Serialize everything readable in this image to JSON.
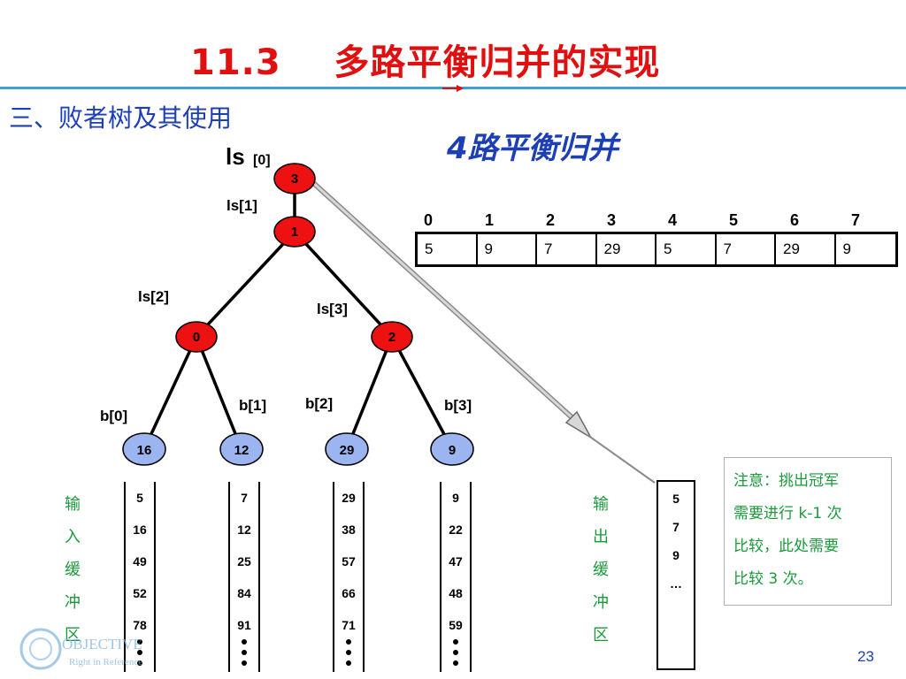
{
  "slide": {
    "title": "11.3    多路平衡归并的实现",
    "section_heading": "三、败者树及其使用",
    "merge_caption": "4路平衡归并",
    "page_number": "23"
  },
  "tree": {
    "root_label": "ls",
    "root_index": "[0]",
    "ls1_label": "ls[1]",
    "ls2_label": "ls[2]",
    "ls3_label": "ls[3]",
    "nodes": {
      "ls0": "3",
      "ls1": "1",
      "ls2": "0",
      "ls3": "2"
    },
    "leaf_labels": [
      "b[0]",
      "b[1]",
      "b[2]",
      "b[3]"
    ],
    "leaves": [
      "16",
      "12",
      "29",
      "9"
    ]
  },
  "ls_array": {
    "indices": [
      "0",
      "1",
      "2",
      "3",
      "4",
      "5",
      "6",
      "7"
    ],
    "values": [
      "5",
      "9",
      "7",
      "29",
      "5",
      "7",
      "29",
      "9"
    ]
  },
  "input_buffers": [
    [
      "5",
      "16",
      "49",
      "52",
      "78"
    ],
    [
      "7",
      "12",
      "25",
      "84",
      "91"
    ],
    [
      "29",
      "38",
      "57",
      "66",
      "71"
    ],
    [
      "9",
      "22",
      "47",
      "48",
      "59"
    ]
  ],
  "input_label_chars": [
    "输",
    "入",
    "缓",
    "冲",
    "区"
  ],
  "output_label_chars": [
    "输",
    "出",
    "缓",
    "冲",
    "区"
  ],
  "output_buffer": [
    "5",
    "7",
    "9",
    "…"
  ],
  "note": {
    "line1": "注意：挑出冠军",
    "line2": "需要进行 k-1 次",
    "line3": "比较，此处需要",
    "line4": "比较 3 次。"
  },
  "logo": {
    "text_top": "OBJECTIVE",
    "text_bottom": "Right in Reference"
  },
  "colors": {
    "title_red": "#e01010",
    "heading_blue": "#1c3fb5",
    "rule_blue": "#3ea1d6",
    "node_red": "#ee1111",
    "leaf_blue": "#9cb4f0",
    "note_green": "#1a9a3a"
  }
}
